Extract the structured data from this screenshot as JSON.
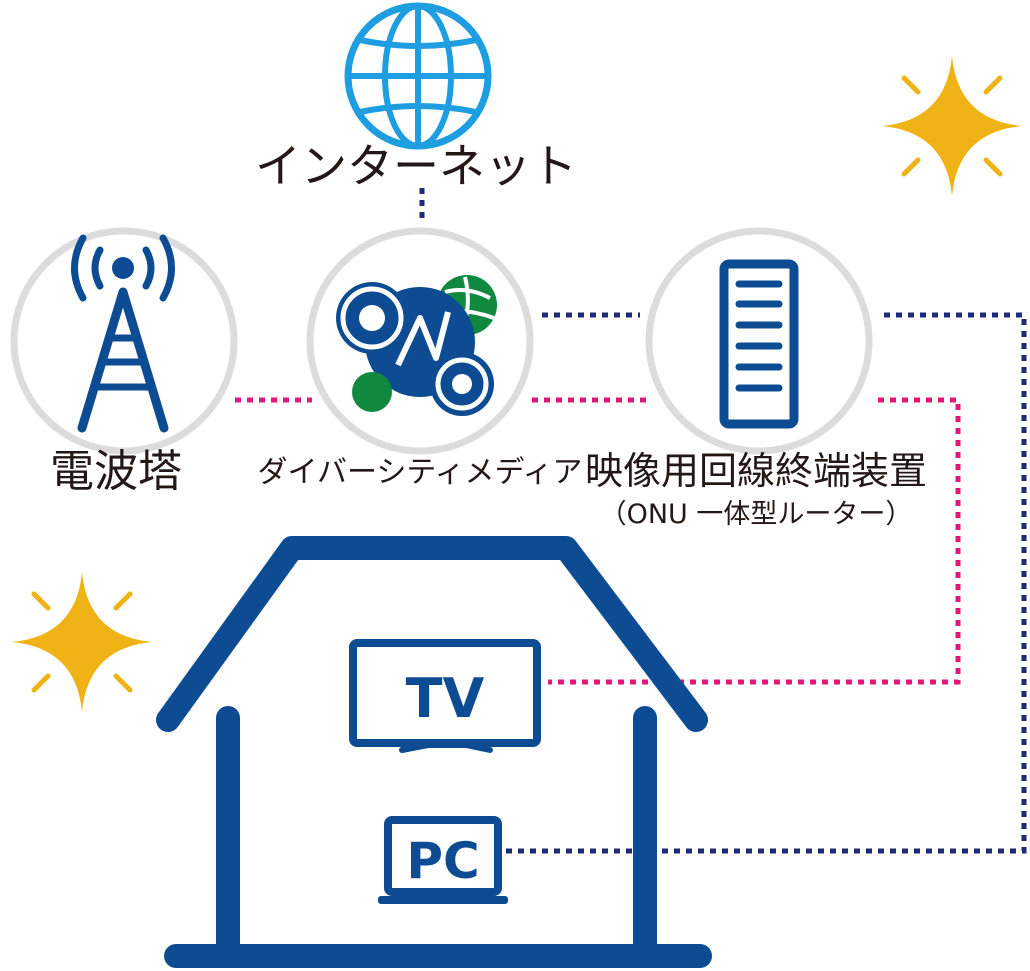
{
  "labels": {
    "internet": "インターネット",
    "tower": "電波塔",
    "diversity": "ダイバーシティメディア",
    "onu": "映像用回線終端装置",
    "onu_sub": "（ONU 一体型ルーター）"
  },
  "devices": {
    "tv": "TV",
    "pc": "PC"
  },
  "colors": {
    "primary": "#0d4c93",
    "internet_blue": "#1e9ee0",
    "green": "#10893e",
    "circle_gray": "#dcdcdc",
    "tv_line": "#e0187c",
    "net_line": "#1f2a78",
    "sparkle": "#efb316"
  },
  "icons": [
    "globe-icon",
    "radio-tower-icon",
    "diversity-media-logo",
    "onu-router-icon",
    "house-icon",
    "tv-icon",
    "pc-icon",
    "sparkle-icon"
  ]
}
